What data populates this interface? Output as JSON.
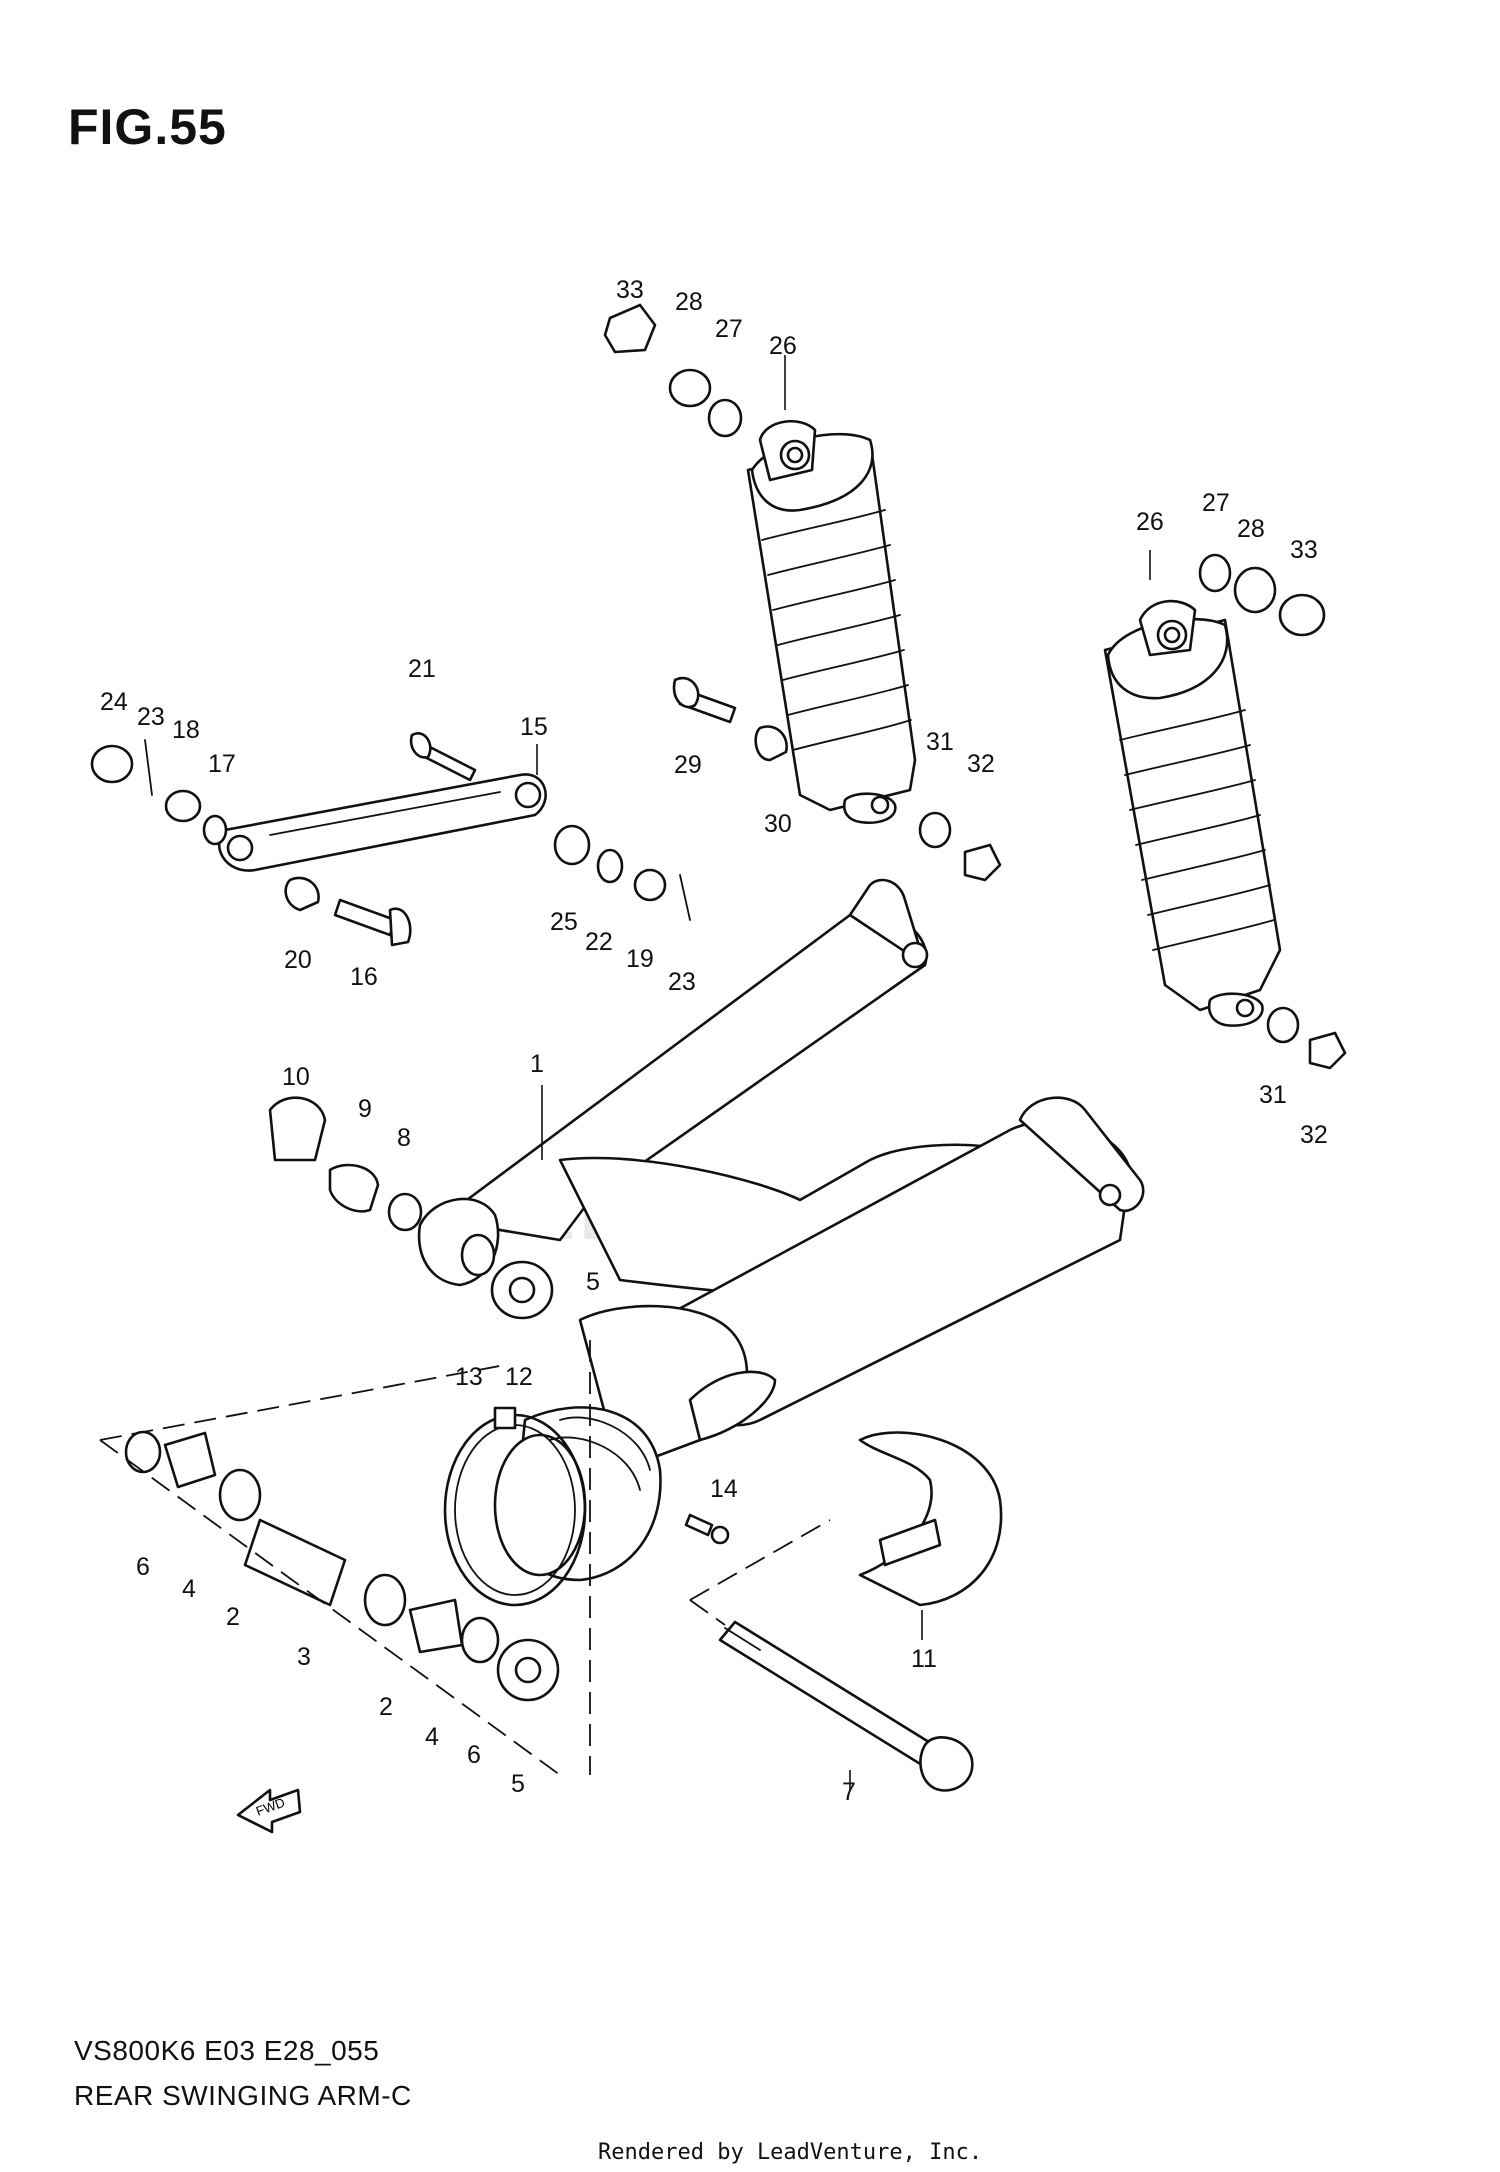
{
  "figure": {
    "title": "FIG.55"
  },
  "watermark": {
    "text": "LEADVENTURE"
  },
  "diagram": {
    "fwd_label": "FWD",
    "callouts": [
      "1",
      "2",
      "2",
      "3",
      "4",
      "4",
      "5",
      "5",
      "6",
      "6",
      "7",
      "8",
      "9",
      "10",
      "11",
      "12",
      "13",
      "14",
      "15",
      "16",
      "17",
      "18",
      "19",
      "20",
      "21",
      "22",
      "23",
      "23",
      "24",
      "25",
      "26",
      "26",
      "27",
      "27",
      "28",
      "28",
      "29",
      "30",
      "31",
      "31",
      "32",
      "32",
      "33",
      "33"
    ]
  },
  "footer": {
    "model_code": "VS800K6 E03 E28_055",
    "caption": "REAR SWINGING ARM-C",
    "rendered_by": "Rendered by LeadVenture, Inc."
  }
}
